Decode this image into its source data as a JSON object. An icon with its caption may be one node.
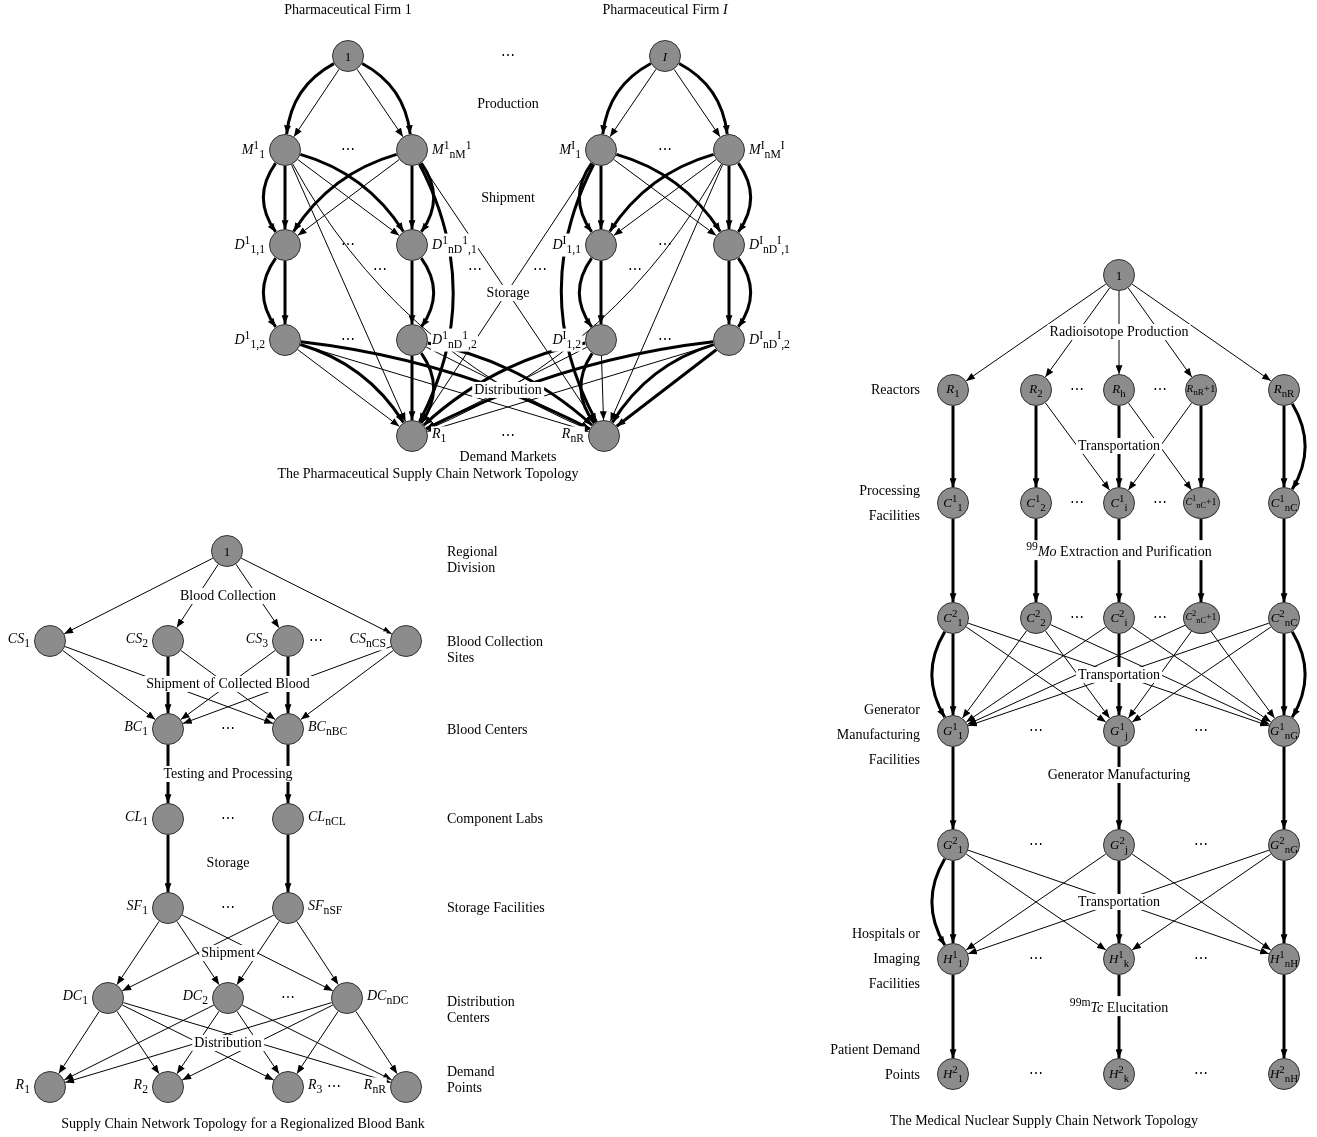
{
  "diagram": {
    "nodes": [
      {
        "text": [
          "1"
        ]
      },
      {
        "text": [],
        "shape": "circle",
        "beside": [
          "*M*$^{1}$$_{1}$"
        ]
      },
      {
        "text": [],
        "shape": "circle",
        "beside": [
          "*M*$^{1}$$_{n}$$_{M}$$^{1}$"
        ]
      },
      {
        "text": [],
        "shape": "circle",
        "beside": [
          "*D*$^{1}$$_{1,1}$"
        ]
      },
      {
        "text": [],
        "shape": "circle",
        "beside": [
          "*D*$^{1}$$_{n}$$_{D}$$^{1}$$_{,1}$"
        ]
      },
      {
        "text": [],
        "shape": "circle",
        "beside": [
          "*D*$^{1}$$_{1,2}$"
        ]
      },
      {
        "text": [],
        "shape": "circle",
        "beside": [
          "*D*$^{1}$$_{n}$$_{D}$$^{1}$$_{,2}$"
        ]
      },
      {
        "text": [
          "I"
        ]
      },
      {
        "text": [],
        "shape": "circle",
        "beside": [
          "*M*$^{I}$$_{1}$"
        ]
      },
      {
        "text": [],
        "shape": "circle",
        "beside": [
          "*M*$^{I}$$_{n}$$_{M}$$^{I}$"
        ]
      },
      {
        "text": [],
        "shape": "circle",
        "beside": [
          "*D*$^{I}$$_{1,1}$"
        ]
      },
      {
        "text": [],
        "shape": "circle",
        "beside": [
          "*D*$^{I}$$_{n}$$_{D}$$^{I}$$_{,1}$"
        ]
      },
      {
        "text": [],
        "shape": "circle",
        "beside": [
          "*D*$^{I}$$_{1,2}$"
        ]
      },
      {
        "text": [],
        "shape": "circle",
        "beside": [
          "*D*$^{I}$$_{n}$$_{D}$$^{I}$$_{,2}$"
        ]
      },
      {
        "text": [],
        "shape": "circle",
        "beside": [
          "*R*$_{1}$"
        ]
      },
      {
        "text": [],
        "shape": "circle",
        "beside": [
          "*R*$_{nR}$"
        ]
      },
      {
        "text": [
          "1"
        ]
      },
      {
        "text": [],
        "shape": "circle",
        "beside": [
          "*CS*$_{1}$"
        ]
      },
      {
        "text": [],
        "shape": "circle",
        "beside": [
          "*CS*$_{2}$"
        ]
      },
      {
        "text": [],
        "shape": "circle",
        "beside": [
          "*CS*$_{3}$"
        ]
      },
      {
        "text": [],
        "shape": "circle",
        "beside": [
          "*CS*$_{nCS}$"
        ]
      },
      {
        "text": [],
        "shape": "circle",
        "beside": [
          "*BC*$_{1}$"
        ]
      },
      {
        "text": [],
        "shape": "circle",
        "beside": [
          "*BC*$_{nBC}$"
        ]
      },
      {
        "text": [],
        "shape": "circle",
        "beside": [
          "*CL*$_{1}$"
        ]
      },
      {
        "text": [],
        "shape": "circle",
        "beside": [
          "*CL*$_{nCL}$"
        ]
      },
      {
        "text": [],
        "shape": "circle",
        "beside": [
          "*SF*$_{1}$"
        ]
      },
      {
        "text": [],
        "shape": "circle",
        "beside": [
          "*SF*$_{nSF}$"
        ]
      },
      {
        "text": [],
        "shape": "circle",
        "beside": [
          "*DC*$_{1}$"
        ]
      },
      {
        "text": [],
        "shape": "circle",
        "beside": [
          "*DC*$_{2}$"
        ]
      },
      {
        "text": [],
        "shape": "circle",
        "beside": [
          "*DC*$_{nDC}$"
        ]
      },
      {
        "text": [],
        "shape": "circle",
        "beside": [
          "*R*$_{1}$"
        ]
      },
      {
        "text": [],
        "shape": "circle",
        "beside": [
          "*R*$_{2}$"
        ]
      },
      {
        "text": [],
        "shape": "circle",
        "beside": [
          "*R*$_{3}$"
        ]
      },
      {
        "text": [],
        "shape": "circle",
        "beside": [
          "*R*$_{nR}$"
        ]
      },
      {
        "text": [
          "1"
        ]
      },
      {
        "text": [
          "*R*$_{1}$"
        ]
      },
      {
        "text": [
          "*R*$_{2}$"
        ]
      },
      {
        "text": [
          "*R*$_{h}$"
        ]
      },
      {
        "text": [
          "*R*$_{nR}$+1"
        ]
      },
      {
        "text": [
          "*R*$_{nR}$"
        ]
      },
      {
        "text": [
          "*C*$^{1}$$_{1}$"
        ]
      },
      {
        "text": [
          "*C*$^{1}$$_{2}$"
        ]
      },
      {
        "text": [
          "*C*$^{1}$$_{i}$"
        ]
      },
      {
        "text": [
          "*C*$^{1}$$_{nC}$+1"
        ]
      },
      {
        "text": [
          "*C*$^{1}$$_{nC}$"
        ]
      },
      {
        "text": [
          "*C*$^{2}$$_{1}$"
        ]
      },
      {
        "text": [
          "*C*$^{2}$$_{2}$"
        ]
      },
      {
        "text": [
          "*C*$^{2}$$_{i}$"
        ]
      },
      {
        "text": [
          "*C*$^{2}$$_{nC}$+1"
        ]
      },
      {
        "text": [
          "*C*$^{2}$$_{nC}$"
        ]
      },
      {
        "text": [
          "*G*$^{1}$$_{1}$"
        ]
      },
      {
        "text": [
          "*G*$^{1}$$_{j}$"
        ]
      },
      {
        "text": [
          "*G*$^{1}$$_{nG}$"
        ]
      },
      {
        "text": [
          "*G*$^{2}$$_{1}$"
        ]
      },
      {
        "text": [
          "*G*$^{2}$$_{j}$"
        ]
      },
      {
        "text": [
          "*G*$^{2}$$_{nG}$"
        ]
      },
      {
        "text": [
          "*H*$^{1}$$_{1}$"
        ]
      },
      {
        "text": [
          "*H*$^{1}$$_{k}$"
        ]
      },
      {
        "text": [
          "*H*$^{1}$$_{nH}$"
        ]
      },
      {
        "text": [
          "*H*$^{2}$$_{1}$"
        ]
      },
      {
        "text": [
          "*H*$^{2}$$_{k}$"
        ]
      },
      {
        "text": [
          "*H*$^{2}$$_{nH}$"
        ]
      }
    ],
    "edges": [
      {
        "from": 0,
        "to": 1,
        "arrow": "to"
      },
      {
        "from": 0,
        "to": 1,
        "arrow": "to",
        "style": "thick"
      },
      {
        "from": 0,
        "to": 2,
        "arrow": "to"
      },
      {
        "from": 0,
        "to": 2,
        "arrow": "to",
        "style": "thick"
      },
      {
        "from": 1,
        "to": 3,
        "arrow": "to",
        "style": "thick"
      },
      {
        "from": 1,
        "to": 3,
        "arrow": "to",
        "style": "thick"
      },
      {
        "from": 1,
        "to": 4,
        "arrow": "to"
      },
      {
        "from": 1,
        "to": 4,
        "arrow": "to",
        "style": "thick"
      },
      {
        "from": 2,
        "to": 3,
        "arrow": "to"
      },
      {
        "from": 2,
        "to": 3,
        "arrow": "to",
        "style": "thick"
      },
      {
        "from": 2,
        "to": 4,
        "arrow": "to",
        "style": "thick"
      },
      {
        "from": 2,
        "to": 4,
        "arrow": "to",
        "style": "thick"
      },
      {
        "from": 1,
        "to": 14,
        "arrow": "to"
      },
      {
        "from": 1,
        "to": 15,
        "arrow": "to"
      },
      {
        "from": 2,
        "to": 14,
        "arrow": "to",
        "style": "thick"
      },
      {
        "from": 2,
        "to": 15,
        "arrow": "to"
      },
      {
        "from": 3,
        "to": 5,
        "arrow": "to",
        "style": "thick"
      },
      {
        "from": 3,
        "to": 5,
        "arrow": "to",
        "style": "thick"
      },
      {
        "from": 4,
        "to": 6,
        "arrow": "to",
        "style": "thick"
      },
      {
        "from": 4,
        "to": 6,
        "arrow": "to",
        "style": "thick"
      },
      {
        "from": 5,
        "to": 14,
        "arrow": "to"
      },
      {
        "from": 5,
        "to": 14,
        "arrow": "to",
        "style": "thick"
      },
      {
        "from": 5,
        "to": 15,
        "arrow": "to"
      },
      {
        "from": 5,
        "to": 15,
        "arrow": "to",
        "style": "thick"
      },
      {
        "from": 6,
        "to": 14,
        "arrow": "to",
        "style": "thick"
      },
      {
        "from": 6,
        "to": 14,
        "arrow": "to",
        "style": "thick"
      },
      {
        "from": 6,
        "to": 15,
        "arrow": "to"
      },
      {
        "from": 6,
        "to": 15,
        "arrow": "to",
        "style": "thick"
      },
      {
        "from": 7,
        "to": 8,
        "arrow": "to"
      },
      {
        "from": 7,
        "to": 8,
        "arrow": "to",
        "style": "thick"
      },
      {
        "from": 7,
        "to": 9,
        "arrow": "to"
      },
      {
        "from": 7,
        "to": 9,
        "arrow": "to",
        "style": "thick"
      },
      {
        "from": 8,
        "to": 10,
        "arrow": "to",
        "style": "thick"
      },
      {
        "from": 8,
        "to": 10,
        "arrow": "to",
        "style": "thick"
      },
      {
        "from": 8,
        "to": 11,
        "arrow": "to"
      },
      {
        "from": 8,
        "to": 11,
        "arrow": "to",
        "style": "thick"
      },
      {
        "from": 9,
        "to": 10,
        "arrow": "to"
      },
      {
        "from": 9,
        "to": 10,
        "arrow": "to",
        "style": "thick"
      },
      {
        "from": 9,
        "to": 11,
        "arrow": "to",
        "style": "thick"
      },
      {
        "from": 9,
        "to": 11,
        "arrow": "to",
        "style": "thick"
      },
      {
        "from": 8,
        "to": 14,
        "arrow": "to"
      },
      {
        "from": 8,
        "to": 15,
        "arrow": "to",
        "style": "thick"
      },
      {
        "from": 9,
        "to": 14,
        "arrow": "to"
      },
      {
        "from": 9,
        "to": 15,
        "arrow": "to"
      },
      {
        "from": 10,
        "to": 12,
        "arrow": "to",
        "style": "thick"
      },
      {
        "from": 10,
        "to": 12,
        "arrow": "to",
        "style": "thick"
      },
      {
        "from": 11,
        "to": 13,
        "arrow": "to",
        "style": "thick"
      },
      {
        "from": 11,
        "to": 13,
        "arrow": "to",
        "style": "thick"
      },
      {
        "from": 12,
        "to": 14,
        "arrow": "to"
      },
      {
        "from": 12,
        "to": 14,
        "arrow": "to",
        "style": "thick"
      },
      {
        "from": 12,
        "to": 15,
        "arrow": "to"
      },
      {
        "from": 12,
        "to": 15,
        "arrow": "to",
        "style": "thick"
      },
      {
        "from": 13,
        "to": 14,
        "arrow": "to"
      },
      {
        "from": 13,
        "to": 14,
        "arrow": "to",
        "style": "thick"
      },
      {
        "from": 13,
        "to": 15,
        "arrow": "to",
        "style": "thick"
      },
      {
        "from": 13,
        "to": 15,
        "arrow": "to",
        "style": "thick"
      },
      {
        "from": 16,
        "to": 17,
        "arrow": "to"
      },
      {
        "from": 16,
        "to": 18,
        "arrow": "to"
      },
      {
        "from": 16,
        "to": 19,
        "arrow": "to"
      },
      {
        "from": 16,
        "to": 20,
        "arrow": "to"
      },
      {
        "from": 17,
        "to": 21,
        "arrow": "to"
      },
      {
        "from": 17,
        "to": 22,
        "arrow": "to"
      },
      {
        "from": 18,
        "to": 21,
        "arrow": "to",
        "style": "thick"
      },
      {
        "from": 18,
        "to": 22,
        "arrow": "to"
      },
      {
        "from": 19,
        "to": 21,
        "arrow": "to"
      },
      {
        "from": 19,
        "to": 22,
        "arrow": "to",
        "style": "thick"
      },
      {
        "from": 20,
        "to": 21,
        "arrow": "to"
      },
      {
        "from": 20,
        "to": 22,
        "arrow": "to"
      },
      {
        "from": 21,
        "to": 23,
        "arrow": "to",
        "style": "thick"
      },
      {
        "from": 22,
        "to": 24,
        "arrow": "to",
        "style": "thick"
      },
      {
        "from": 23,
        "to": 25,
        "arrow": "to",
        "style": "thick"
      },
      {
        "from": 24,
        "to": 26,
        "arrow": "to",
        "style": "thick"
      },
      {
        "from": 25,
        "to": 27,
        "arrow": "to"
      },
      {
        "from": 25,
        "to": 28,
        "arrow": "to"
      },
      {
        "from": 25,
        "to": 29,
        "arrow": "to"
      },
      {
        "from": 26,
        "to": 27,
        "arrow": "to"
      },
      {
        "from": 26,
        "to": 28,
        "arrow": "to"
      },
      {
        "from": 26,
        "to": 29,
        "arrow": "to"
      },
      {
        "from": 27,
        "to": 30,
        "arrow": "to"
      },
      {
        "from": 27,
        "to": 31,
        "arrow": "to"
      },
      {
        "from": 27,
        "to": 32,
        "arrow": "to"
      },
      {
        "from": 27,
        "to": 33,
        "arrow": "to"
      },
      {
        "from": 28,
        "to": 30,
        "arrow": "to"
      },
      {
        "from": 28,
        "to": 31,
        "arrow": "to"
      },
      {
        "from": 28,
        "to": 32,
        "arrow": "to"
      },
      {
        "from": 28,
        "to": 33,
        "arrow": "to"
      },
      {
        "from": 29,
        "to": 30,
        "arrow": "to"
      },
      {
        "from": 29,
        "to": 31,
        "arrow": "to"
      },
      {
        "from": 29,
        "to": 32,
        "arrow": "to"
      },
      {
        "from": 29,
        "to": 33,
        "arrow": "to"
      },
      {
        "from": 34,
        "to": 35,
        "arrow": "to"
      },
      {
        "from": 34,
        "to": 36,
        "arrow": "to"
      },
      {
        "from": 34,
        "to": 37,
        "arrow": "to"
      },
      {
        "from": 34,
        "to": 38,
        "arrow": "to"
      },
      {
        "from": 34,
        "to": 39,
        "arrow": "to"
      },
      {
        "from": 35,
        "to": 40,
        "arrow": "to",
        "style": "thick"
      },
      {
        "from": 36,
        "to": 41,
        "arrow": "to",
        "style": "thick"
      },
      {
        "from": 36,
        "to": 42,
        "arrow": "to"
      },
      {
        "from": 37,
        "to": 42,
        "arrow": "to",
        "style": "thick"
      },
      {
        "from": 37,
        "to": 43,
        "arrow": "to"
      },
      {
        "from": 38,
        "to": 42,
        "arrow": "to"
      },
      {
        "from": 38,
        "to": 43,
        "arrow": "to",
        "style": "thick"
      },
      {
        "from": 39,
        "to": 44,
        "arrow": "to",
        "style": "thick"
      },
      {
        "from": 39,
        "to": 44,
        "arrow": "to",
        "style": "thick"
      },
      {
        "from": 40,
        "to": 45,
        "arrow": "to",
        "style": "thick"
      },
      {
        "from": 41,
        "to": 46,
        "arrow": "to",
        "style": "thick"
      },
      {
        "from": 42,
        "to": 47,
        "arrow": "to",
        "style": "thick"
      },
      {
        "from": 43,
        "to": 48,
        "arrow": "to",
        "style": "thick"
      },
      {
        "from": 44,
        "to": 49,
        "arrow": "to",
        "style": "thick"
      },
      {
        "from": 45,
        "to": 50,
        "arrow": "to",
        "style": "thick"
      },
      {
        "from": 45,
        "to": 50,
        "arrow": "to",
        "style": "thick"
      },
      {
        "from": 45,
        "to": 51,
        "arrow": "to"
      },
      {
        "from": 45,
        "to": 52,
        "arrow": "to"
      },
      {
        "from": 46,
        "to": 50,
        "arrow": "to"
      },
      {
        "from": 46,
        "to": 51,
        "arrow": "to"
      },
      {
        "from": 46,
        "to": 52,
        "arrow": "to"
      },
      {
        "from": 47,
        "to": 50,
        "arrow": "to"
      },
      {
        "from": 47,
        "to": 51,
        "arrow": "to",
        "style": "thick"
      },
      {
        "from": 47,
        "to": 52,
        "arrow": "to"
      },
      {
        "from": 48,
        "to": 50,
        "arrow": "to"
      },
      {
        "from": 48,
        "to": 51,
        "arrow": "to"
      },
      {
        "from": 48,
        "to": 52,
        "arrow": "to"
      },
      {
        "from": 49,
        "to": 50,
        "arrow": "to"
      },
      {
        "from": 49,
        "to": 51,
        "arrow": "to"
      },
      {
        "from": 49,
        "to": 52,
        "arrow": "to",
        "style": "thick"
      },
      {
        "from": 49,
        "to": 52,
        "arrow": "to",
        "style": "thick"
      },
      {
        "from": 50,
        "to": 53,
        "arrow": "to",
        "style": "thick"
      },
      {
        "from": 51,
        "to": 54,
        "arrow": "to",
        "style": "thick"
      },
      {
        "from": 52,
        "to": 55,
        "arrow": "to",
        "style": "thick"
      },
      {
        "from": 53,
        "to": 56,
        "arrow": "to",
        "style": "thick"
      },
      {
        "from": 53,
        "to": 56,
        "arrow": "to",
        "style": "thick"
      },
      {
        "from": 53,
        "to": 57,
        "arrow": "to"
      },
      {
        "from": 53,
        "to": 58,
        "arrow": "to"
      },
      {
        "from": 54,
        "to": 56,
        "arrow": "to"
      },
      {
        "from": 54,
        "to": 57,
        "arrow": "to",
        "style": "thick"
      },
      {
        "from": 54,
        "to": 58,
        "arrow": "to"
      },
      {
        "from": 55,
        "to": 56,
        "arrow": "to"
      },
      {
        "from": 55,
        "to": 57,
        "arrow": "to"
      },
      {
        "from": 55,
        "to": 58,
        "arrow": "to",
        "style": "thick"
      },
      {
        "from": 56,
        "to": 59,
        "arrow": "to",
        "style": "thick"
      },
      {
        "from": 57,
        "to": 60,
        "arrow": "to",
        "style": "thick"
      },
      {
        "from": 58,
        "to": 61,
        "arrow": "to",
        "style": "thick"
      }
    ],
    "labels": [
      "Pharmaceutical Firm 1",
      "⋯",
      "Pharmaceutical Firm *I*",
      "Production",
      "⋯",
      "⋯",
      "Shipment",
      "⋯",
      "⋯",
      "⋯",
      "⋯",
      "⋯",
      "⋯",
      "Storage",
      "⋯",
      "⋯",
      "Distribution",
      "⋯",
      "Demand Markets",
      "The Pharmaceutical Supply Chain Network Topology",
      "Regional Division",
      "Blood Collection",
      "⋯",
      "Blood Collection Sites",
      "Shipment of Collected Blood",
      "⋯",
      "Blood Centers",
      "Testing and Processing",
      "⋯",
      "Component Labs",
      "Storage",
      "⋯",
      "Storage Facilities",
      "Shipment",
      "⋯",
      "Distribution Centers",
      "Distribution",
      "⋯",
      "Demand Points",
      "Supply Chain Network Topology for a Regionalized Blood Bank",
      "Radioisotope Production",
      "Reactors",
      "⋯",
      "⋯",
      "Transportation",
      "Processing Facilities",
      "⋯",
      "⋯",
      "$^{99}$*Mo* Extraction and Purification",
      "⋯",
      "⋯",
      "Transportation",
      "Generator Manufacturing Facilities",
      "⋯",
      "⋯",
      "Generator Manufacturing",
      "⋯",
      "⋯",
      "Transportation",
      "Hospitals or Imaging Facilities",
      "⋯",
      "⋯",
      "$^{99m}$*Tc* Elucitation",
      "Patient Demand Points",
      "⋯",
      "⋯",
      "The Medical Nuclear Supply Chain Network Topology"
    ]
  }
}
